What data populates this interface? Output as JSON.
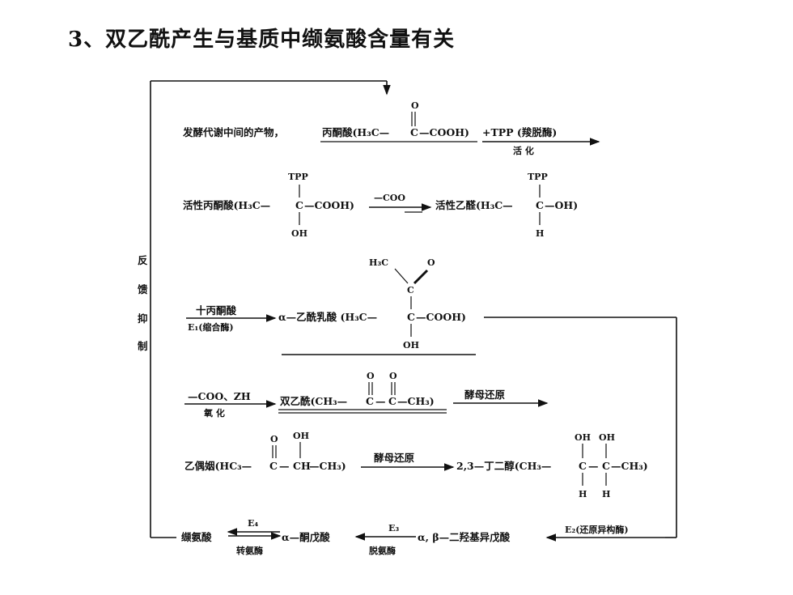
{
  "title": "3、双乙酰产生与基质中缬氨酸含量有关",
  "feedback_label": [
    "反",
    "馈",
    "抑",
    "制"
  ],
  "row1": {
    "prefix": "发酵代谢中间的产物，",
    "compound": "丙酮酸(H₃C—",
    "c": "C",
    "tail": "—COOH)",
    "o_top": "O",
    "reagent": "+TPP (羧脱酶)",
    "cond": "活  化"
  },
  "row2": {
    "left_name": "活性丙酮酸(H₃C—",
    "c1": "C",
    "left_tail": "—COOH)",
    "tpp1": "TPP",
    "oh1": "OH",
    "minus": "—COO",
    "right_name": "活性乙醛(H₃C—",
    "c2": "C",
    "right_tail": "—OH)",
    "tpp2": "TPP",
    "h2": "H"
  },
  "row3": {
    "reagent_top": "十丙酮酸",
    "reagent_bottom": "E₁(缩合酶)",
    "name": "α—乙酰乳酸 (H₃C—",
    "c": "C",
    "tail": "—COOH)",
    "h3c": "H₃C",
    "o": "O",
    "c_top": "C",
    "oh": "OH"
  },
  "row4": {
    "cond_top": "—COO、ZH",
    "cond_bottom": "氧    化",
    "name": "双乙酰(CH₃—",
    "c1": "C",
    "mid": "—",
    "c2": "C",
    "tail": "—CH₃)",
    "o1": "O",
    "o2": "O",
    "next": "酵母还原"
  },
  "row5": {
    "name": "乙偶姻(HC₃—",
    "c1": "C",
    "mid": "—",
    "ch": "CH",
    "tail": "—CH₃)",
    "o": "O",
    "oh": "OH",
    "cond": "酵母还原",
    "product": "2,3—丁二醇(CH₃—",
    "pc1": "C",
    "pmid": "—",
    "pc2": "C",
    "ptail": "—CH₃)",
    "poh1": "OH",
    "poh2": "OH",
    "ph1": "H",
    "ph2": "H"
  },
  "row6": {
    "valine": "缬氨酸",
    "e4": "E₄",
    "e4_name": "转氨酶",
    "keto": "α—酮戊酸",
    "e3": "E₃",
    "e3_name": "脱氨酶",
    "diol": "α, β—二羟基异戊酸",
    "e2": "E₂(还原异构酶)"
  }
}
